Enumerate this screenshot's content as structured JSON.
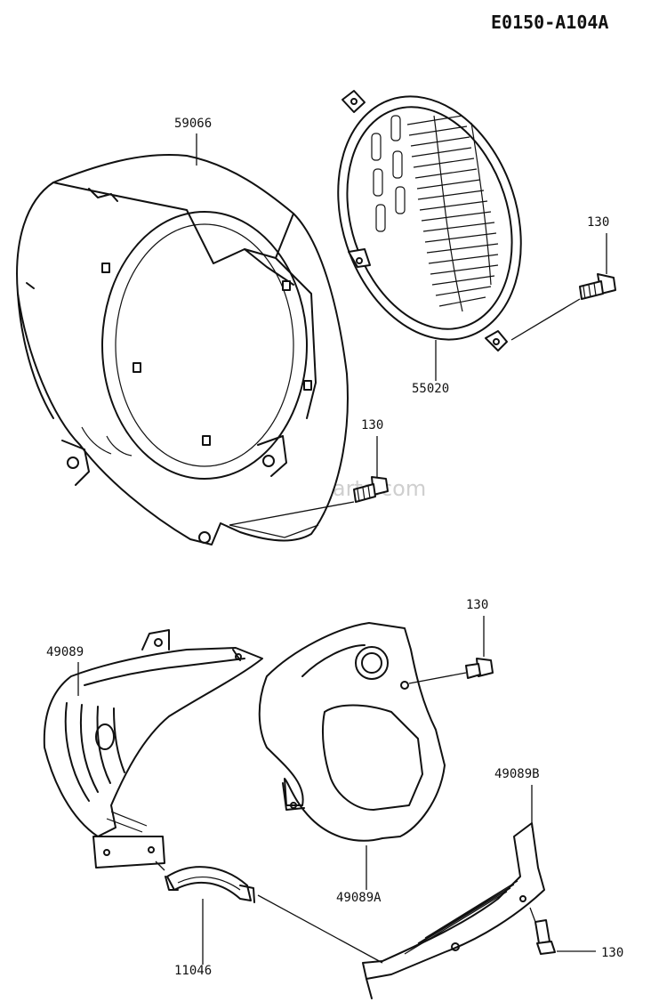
{
  "diagram_code": "E0150-A104A",
  "watermark": "eReplacementParts.com",
  "part_labels": {
    "shroud": "59066",
    "fan_grille": "55020",
    "bolt_grille": "130",
    "bolt_shroud": "130",
    "bolt_plate": "130",
    "cover_left": "49089",
    "cover_plate": "49089A",
    "bracket_right": "49089B",
    "clamp": "11046",
    "bolt_bracket": "130"
  },
  "icons": [
    "blower-shroud",
    "fan-grille",
    "bolt",
    "cylinder-cover",
    "baffle-plate",
    "bracket",
    "hose-clamp"
  ]
}
